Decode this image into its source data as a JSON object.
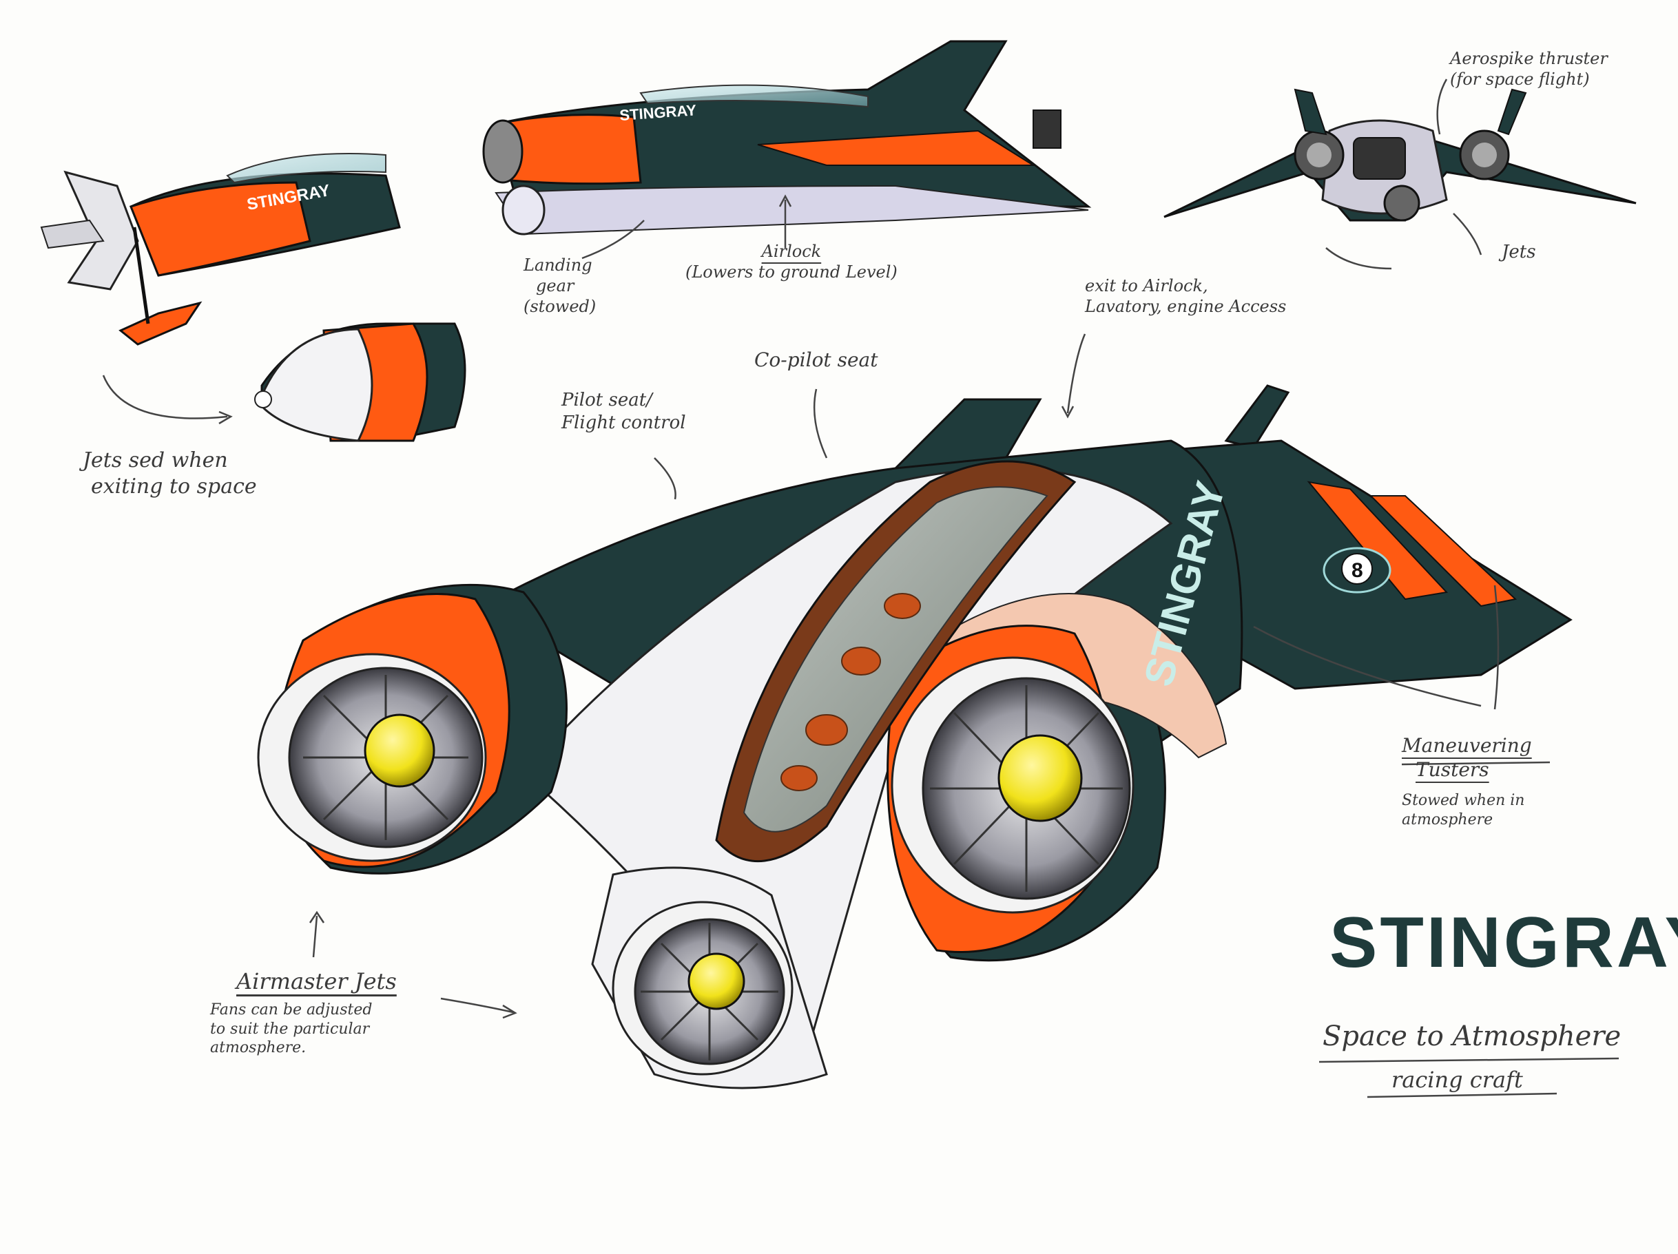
{
  "colors": {
    "teal": "#1f3b3b",
    "orange": "#ff5a12",
    "white_hull": "#f2f2f4",
    "yellow_hub": "#f1e21b",
    "ink": "#3a3a3a"
  },
  "brand_decals": {
    "side_small": "STINGRAY",
    "side_top": "STINGRAY",
    "wing_vertical": "STINGRAY",
    "race_number": "8"
  },
  "labels": {
    "aerospike": [
      "Aerospike thruster",
      "(for space flight)"
    ],
    "jets_front": "Jets",
    "landing_gear": [
      "Landing",
      "gear",
      "(stowed)"
    ],
    "airlock": [
      "Airlock",
      "(Lowers to ground Level)"
    ],
    "exit_airlock": [
      "exit to Airlock,",
      "Lavatory, engine Access"
    ],
    "jets_sealed": [
      "Jets  sed when",
      "exiting to space"
    ],
    "copilot": "Co-pilot seat",
    "pilot": [
      "Pilot seat/",
      "Flight control"
    ],
    "maneuvering": [
      "Maneuvering",
      "Tusters",
      "Stowed when in",
      "atmosphere"
    ],
    "airmaster": [
      "Airmaster Jets",
      "Fans can be adjusted",
      "to suit the particular",
      "atmosphere."
    ]
  },
  "title_block": {
    "title": "STINGRAY",
    "subtitle_1": "Space to Atmosphere",
    "subtitle_2": "racing craft"
  }
}
